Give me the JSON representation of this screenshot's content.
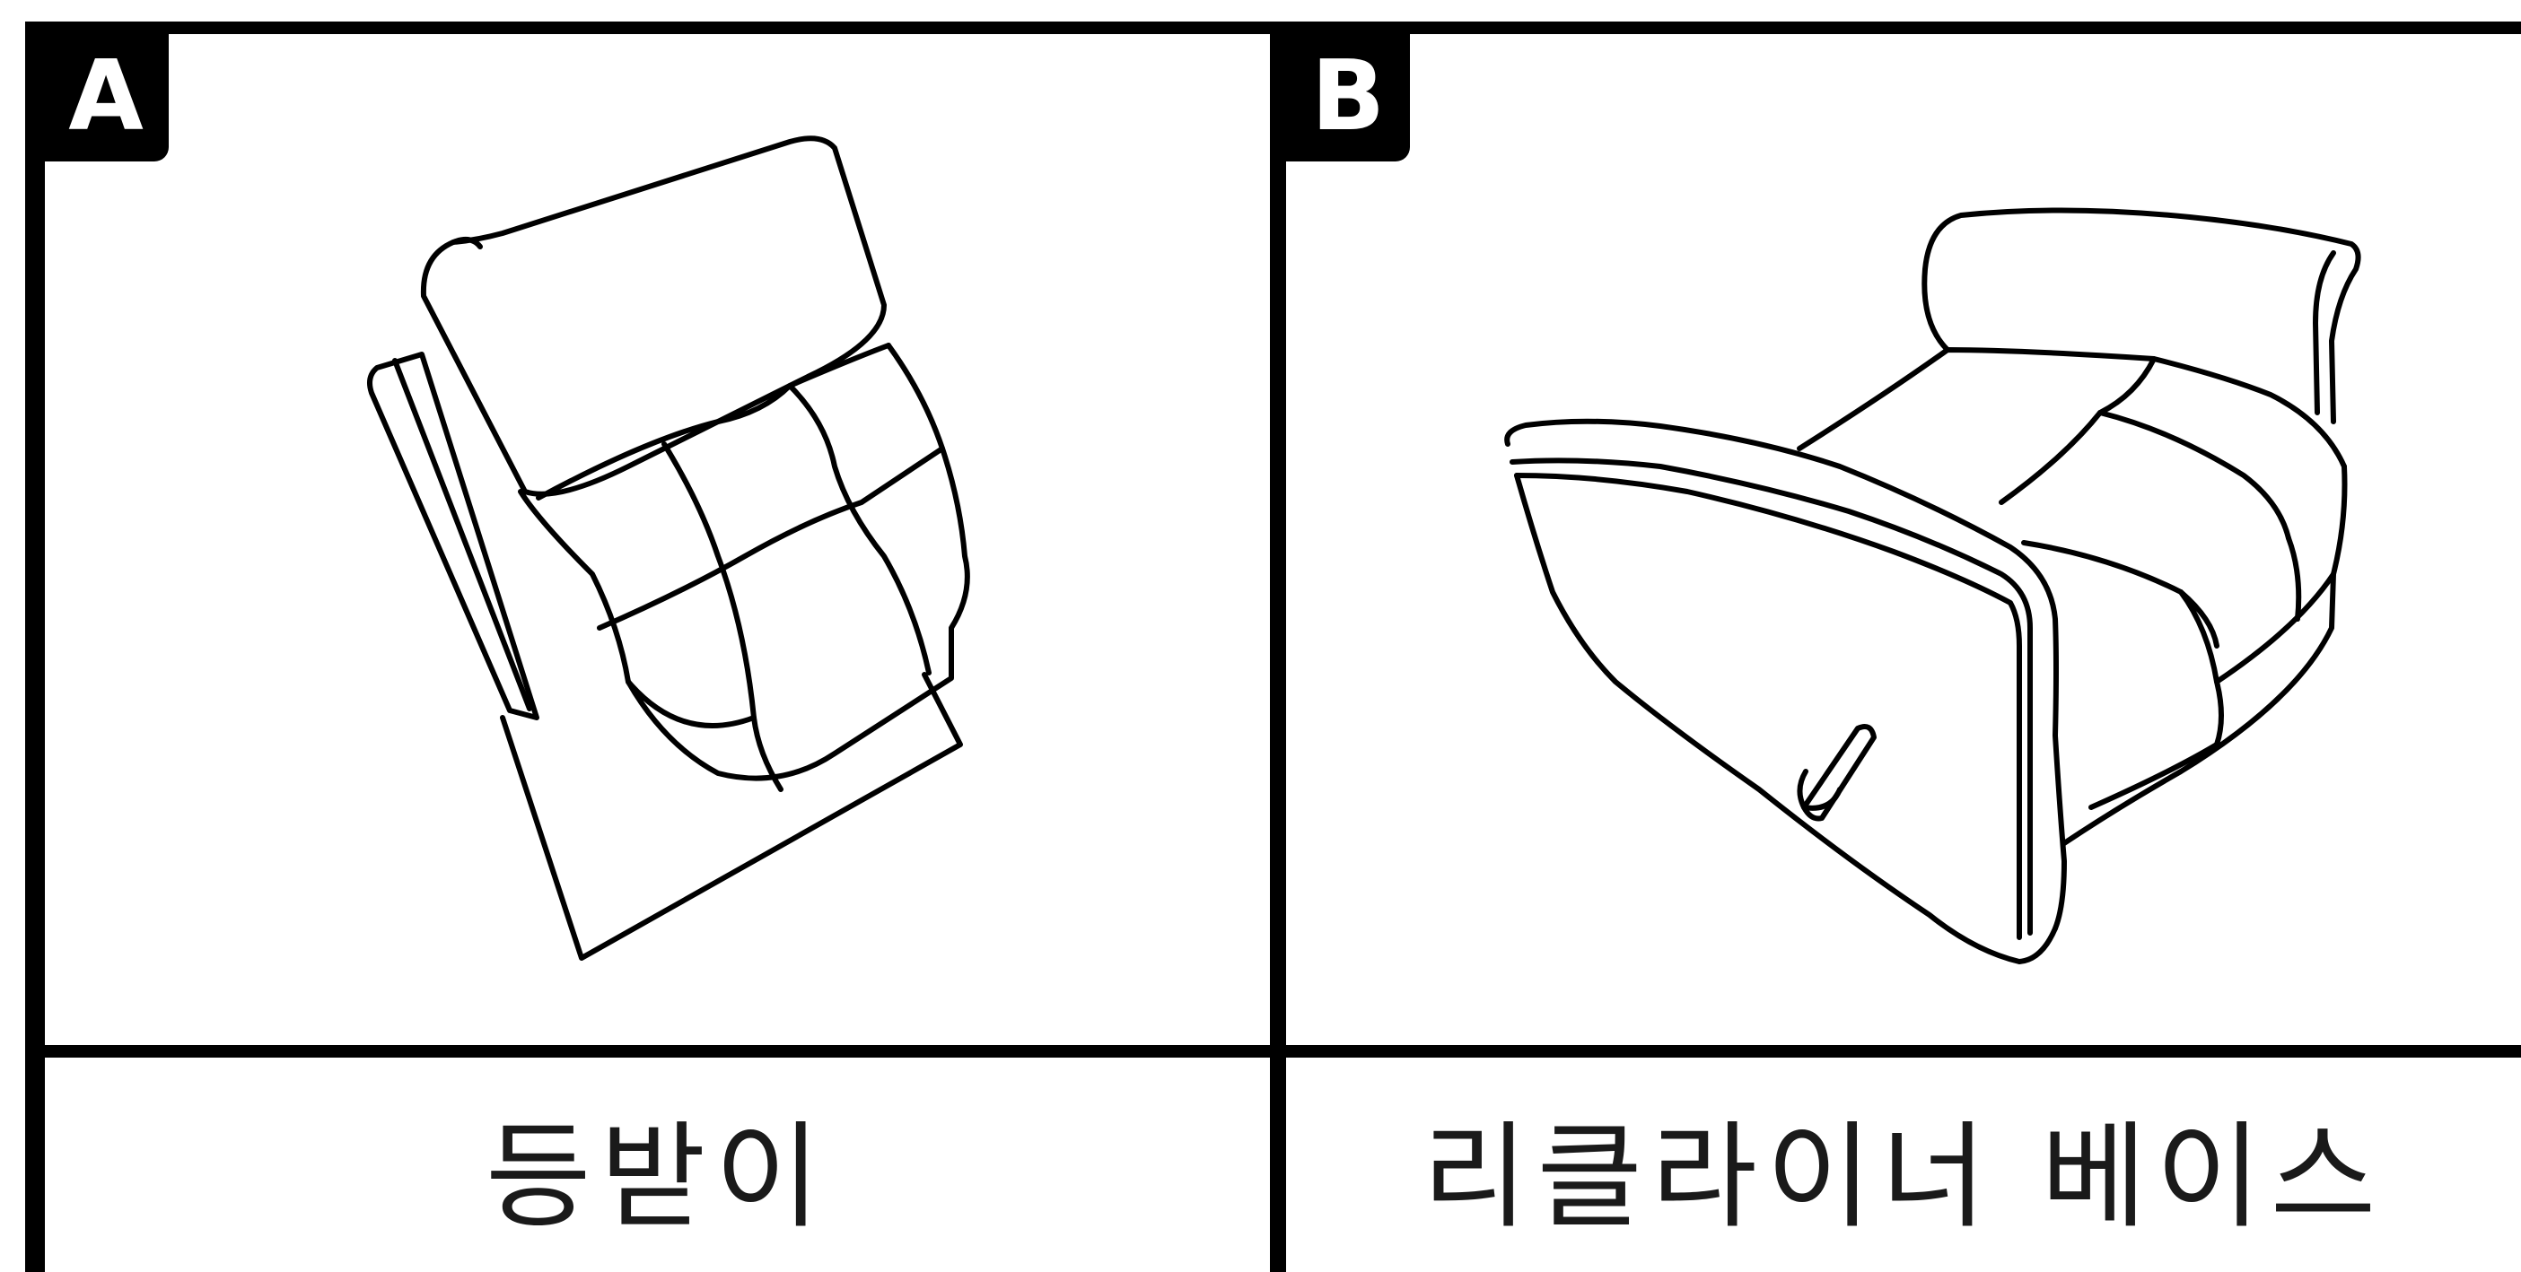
{
  "panels": [
    {
      "badge": "A",
      "caption": "등받이"
    },
    {
      "badge": "B",
      "caption": "리클라이너 베이스"
    }
  ]
}
